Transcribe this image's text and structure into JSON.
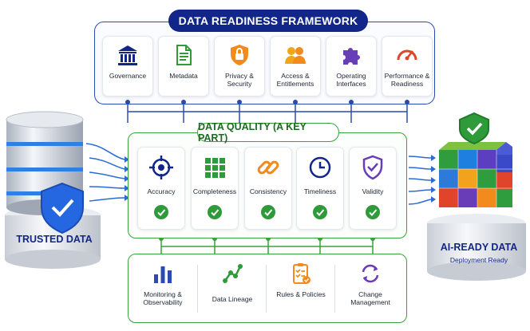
{
  "framework": {
    "title": "DATA READINESS FRAMEWORK",
    "items": [
      {
        "label": "Governance",
        "icon": "bank-icon"
      },
      {
        "label": "Metadata",
        "icon": "document-icon"
      },
      {
        "label": "Privacy & Security",
        "icon": "lock-shield-icon"
      },
      {
        "label": "Access & Entitlements",
        "icon": "users-icon"
      },
      {
        "label": "Operating Interfaces",
        "icon": "puzzle-icon"
      },
      {
        "label": "Performance & Readiness",
        "icon": "gauge-icon"
      }
    ]
  },
  "quality": {
    "title": "DATA QUALITY (A KEY PART)",
    "items": [
      {
        "label": "Accuracy",
        "icon": "target-icon"
      },
      {
        "label": "Completeness",
        "icon": "grid-icon"
      },
      {
        "label": "Consistency",
        "icon": "link-icon"
      },
      {
        "label": "Timeliness",
        "icon": "clock-icon"
      },
      {
        "label": "Validity",
        "icon": "shield-check-icon"
      }
    ]
  },
  "bottom": {
    "items": [
      {
        "label": "Monitoring & Observability",
        "icon": "bar-chart-icon"
      },
      {
        "label": "Data Lineage",
        "icon": "lineage-icon"
      },
      {
        "label": "Rules & Policies",
        "icon": "checklist-icon"
      },
      {
        "label": "Change Management",
        "icon": "cycle-icon"
      }
    ]
  },
  "left": {
    "label": "TRUSTED DATA"
  },
  "right": {
    "title": "AI-READY DATA",
    "subtitle": "Deployment Ready"
  },
  "colors": {
    "navy": "#12268a",
    "blue": "#2c4bb0",
    "green": "#38a23d",
    "orange": "#f28a1c",
    "purple": "#6a3db8",
    "red": "#e0452b"
  }
}
